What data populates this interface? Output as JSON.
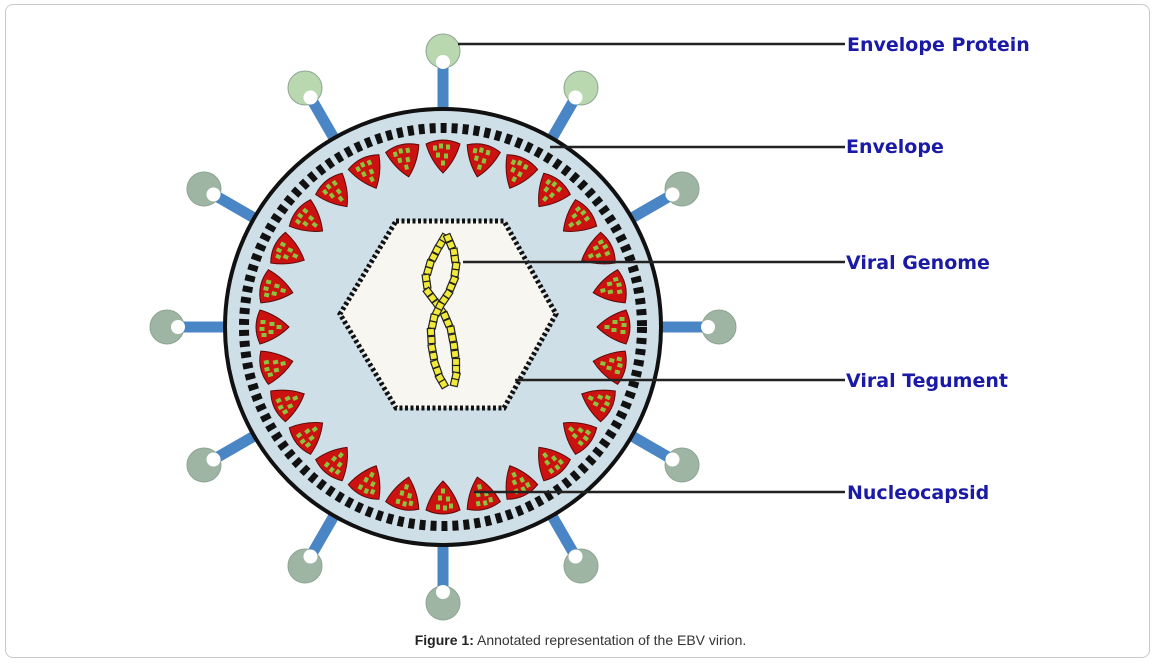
{
  "labels": {
    "envelope_protein": "Envelope Protein",
    "envelope": "Envelope",
    "viral_genome": "Viral Genome",
    "viral_tegument": "Viral Tegument",
    "nucleocapsid": "Nucleocapsid"
  },
  "caption": {
    "prefix": "Figure 1:",
    "text": " Annotated representation of the EBV virion."
  },
  "colors": {
    "label": "#1a1aa6",
    "envelope_fill": "#cfdfe8",
    "spike_stem": "#4a86c5",
    "spike_head_top": "#b9d8b0",
    "spike_head": "#9fb5a4",
    "tegument_red": "#cc1111",
    "tegument_green": "#8ac43f",
    "capsid_fill": "#f7f6f1",
    "genome_yellow": "#f2ea3a"
  }
}
